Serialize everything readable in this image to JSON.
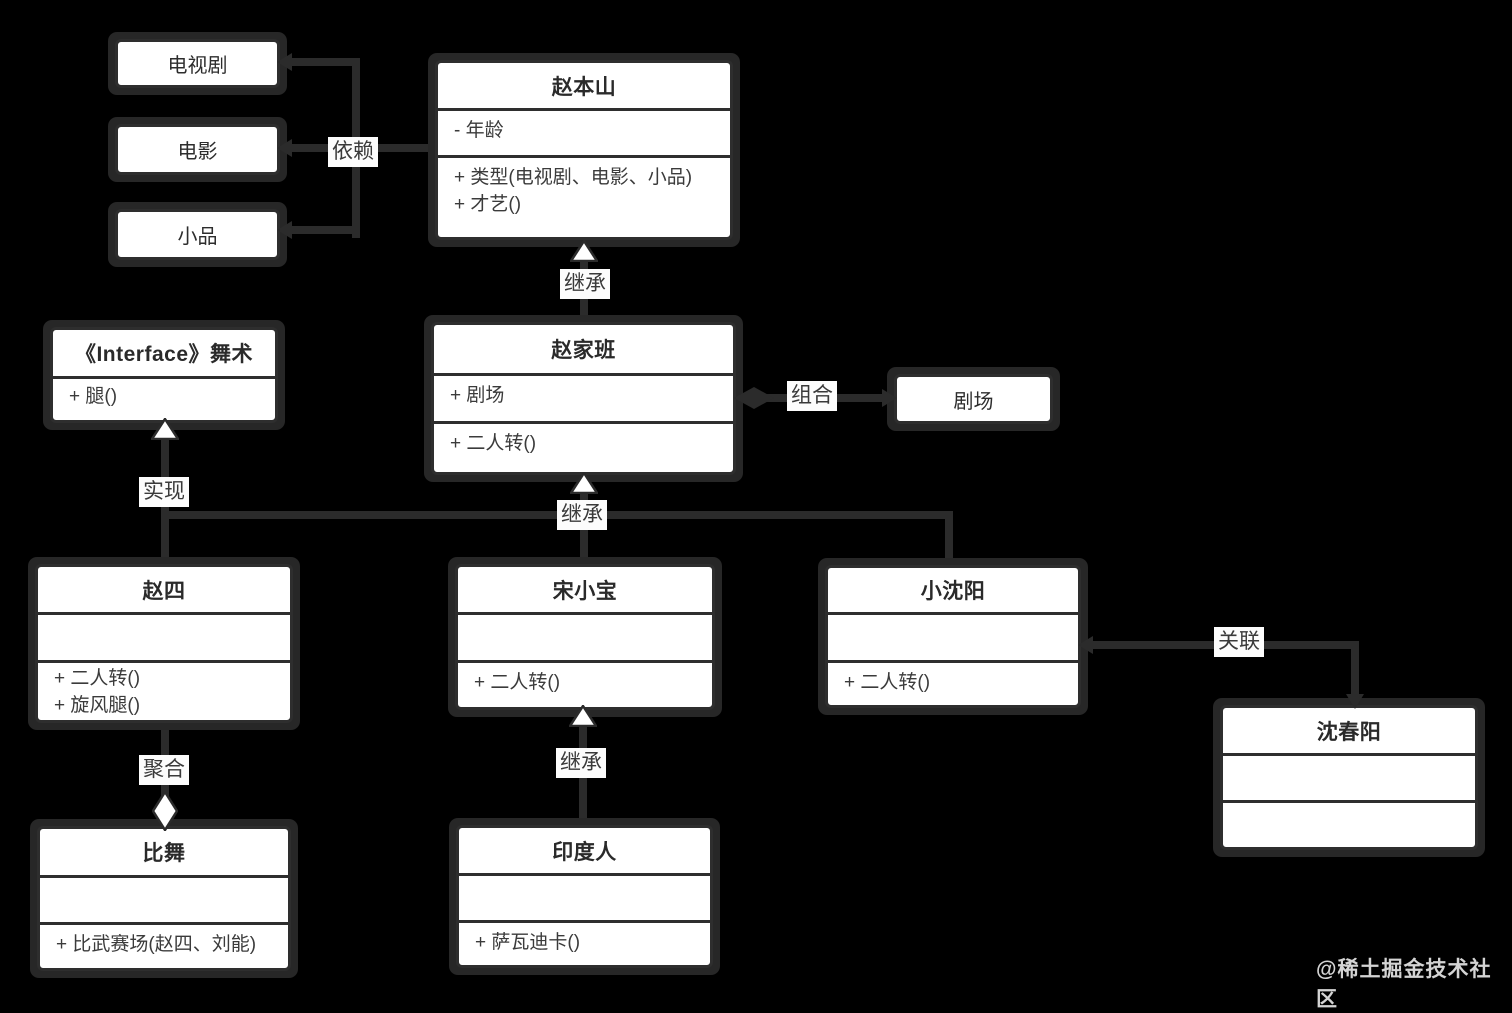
{
  "watermark": "@稀土掘金技术社区",
  "colors": {
    "background": "#000000",
    "box_fill": "#ffffff",
    "box_border": "#2e2e2e",
    "line": "#2b2b2b",
    "label_text": "#3a3a3a"
  },
  "nodes": {
    "tv_drama": {
      "label": "电视剧"
    },
    "movie": {
      "label": "电影"
    },
    "sketch": {
      "label": "小品"
    },
    "theater": {
      "label": "剧场"
    },
    "zhao_benshan": {
      "title": "赵本山",
      "attributes": [
        "- 年龄"
      ],
      "methods": [
        "+ 类型(电视剧、电影、小品)",
        "+ 才艺()"
      ]
    },
    "zhao_jiaban": {
      "title": "赵家班",
      "attributes": [
        "+ 剧场"
      ],
      "methods": [
        "+ 二人转()"
      ]
    },
    "interface_dance": {
      "title": "《Interface》舞术",
      "methods": [
        "+ 腿()"
      ]
    },
    "zhao_si": {
      "title": "赵四",
      "attributes": [],
      "methods": [
        "+ 二人转()",
        "+ 旋风腿()"
      ]
    },
    "song_xiaobao": {
      "title": "宋小宝",
      "attributes": [],
      "methods": [
        "+ 二人转()"
      ]
    },
    "xiao_shenyang": {
      "title": "小沈阳",
      "attributes": [],
      "methods": [
        "+ 二人转()"
      ]
    },
    "bi_wu": {
      "title": "比舞",
      "attributes": [],
      "methods": [
        "+ 比武赛场(赵四、刘能)"
      ]
    },
    "yindu_ren": {
      "title": "印度人",
      "attributes": [],
      "methods": [
        "+ 萨瓦迪卡()"
      ]
    },
    "shen_chunyang": {
      "title": "沈春阳",
      "attributes": [],
      "methods": []
    }
  },
  "edge_labels": {
    "dependency": "依赖",
    "inheritance_to_benshan": "继承",
    "composition": "组合",
    "realization": "实现",
    "inheritance_to_jiaban": "继承",
    "aggregation": "聚合",
    "inheritance_to_songxiaobao": "继承",
    "association": "关联"
  }
}
